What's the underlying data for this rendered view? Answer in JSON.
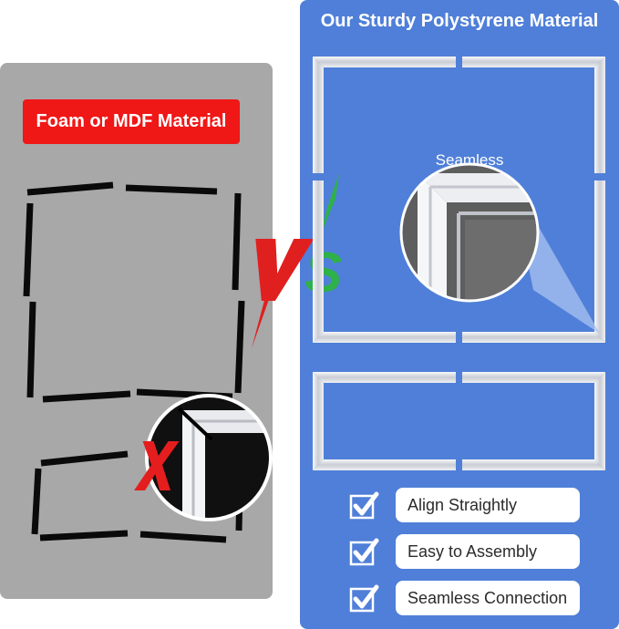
{
  "left": {
    "label": "Foam or MDF Material",
    "label_color": "#f01717",
    "panel_color": "#a8a8a8",
    "mark_icon": "red-x"
  },
  "versus": {
    "v_color": "#e01f1f",
    "s_color": "#2fb14a"
  },
  "right": {
    "title": "Our Sturdy Polystyrene Material",
    "panel_color": "#4f7fd8",
    "zoom_label": "Seamless",
    "features": [
      {
        "label": "Align Straightly",
        "icon": "check-icon"
      },
      {
        "label": "Easy to Assembly",
        "icon": "check-icon"
      },
      {
        "label": "Seamless Connection",
        "icon": "check-icon"
      }
    ]
  }
}
